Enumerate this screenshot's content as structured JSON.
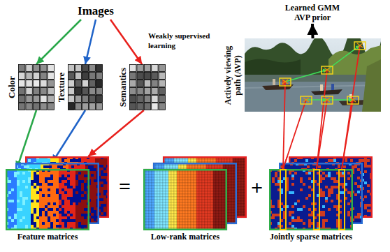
{
  "diagram": {
    "nodes": [
      {
        "text": [
          "Images"
        ]
      },
      {
        "text": [
          "Learned GMM AVP prior"
        ]
      },
      {
        "text": [
          "Color"
        ]
      },
      {
        "text": [
          "Texture"
        ]
      },
      {
        "text": [
          "Semantics"
        ]
      },
      {
        "text": [
          "Actively viewing path (AVP)"
        ]
      },
      {
        "text": [
          "Feature matrices"
        ]
      },
      {
        "text": [
          "Low-rank matrices"
        ]
      },
      {
        "text": [
          "Jointly sparse matrices"
        ]
      }
    ],
    "edges": [
      {
        "from": 0,
        "to": 2,
        "arrow": "to"
      },
      {
        "from": 0,
        "to": 3,
        "arrow": "to"
      },
      {
        "from": 0,
        "to": 4,
        "arrow": "to",
        "label": "Weakly supervised learning"
      },
      {
        "from": 2,
        "to": 6,
        "arrow": "to"
      },
      {
        "from": 3,
        "to": 6,
        "arrow": "to"
      },
      {
        "from": 4,
        "to": 6,
        "arrow": "to"
      },
      {
        "from": 5,
        "to": 1,
        "arrow": "to"
      },
      {
        "from": 8,
        "to": 5,
        "arrow": "none"
      }
    ],
    "labels": [
      "=",
      "+"
    ]
  }
}
